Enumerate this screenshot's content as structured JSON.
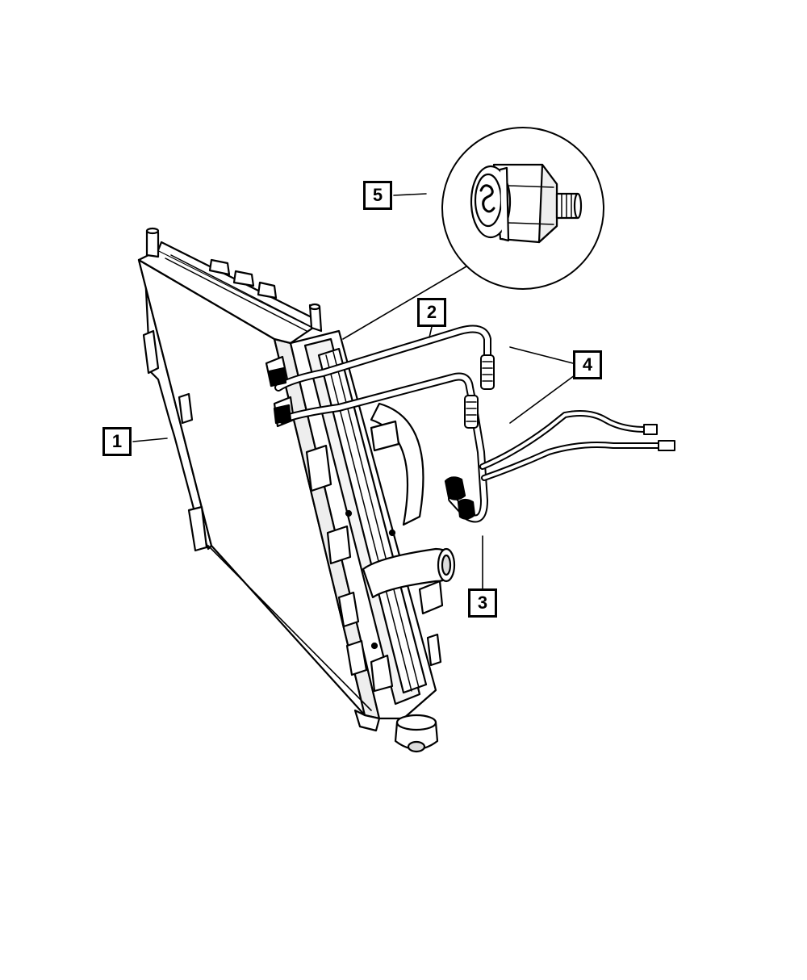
{
  "callouts": [
    {
      "id": "1",
      "label": "1",
      "part": "radiator"
    },
    {
      "id": "2",
      "label": "2",
      "part": "upper-line"
    },
    {
      "id": "3",
      "label": "3",
      "part": "lower-line"
    },
    {
      "id": "4",
      "label": "4",
      "part": "transmission-cooler-lines"
    },
    {
      "id": "5",
      "label": "5",
      "part": "fitting-detail"
    }
  ],
  "colors": {
    "line": "#000000",
    "fill": "#ffffff",
    "shade": "#e6e6e6"
  }
}
